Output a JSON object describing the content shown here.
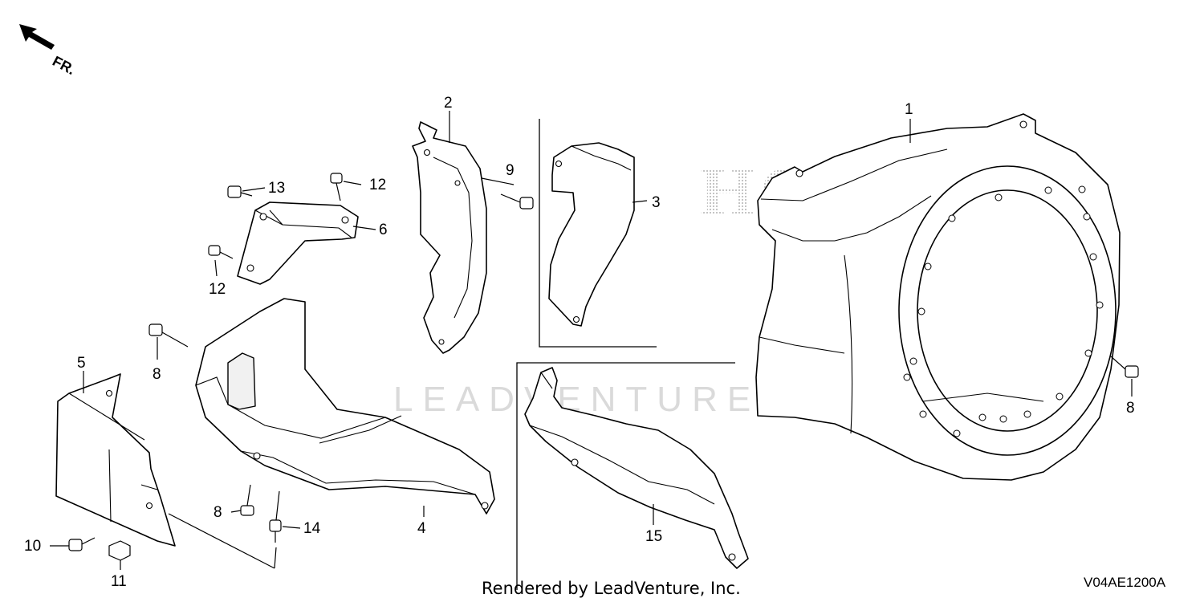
{
  "direction_indicator": {
    "label": "FR."
  },
  "watermarks": {
    "brand": "HONDA",
    "company": "LEADVENTURE"
  },
  "callouts": {
    "c1": "1",
    "c2": "2",
    "c3": "3",
    "c4": "4",
    "c5": "5",
    "c6": "6",
    "c8a": "8",
    "c8b": "8",
    "c8c": "8",
    "c9": "9",
    "c10": "10",
    "c11": "11",
    "c12a": "12",
    "c12b": "12",
    "c13": "13",
    "c14": "14",
    "c15": "15"
  },
  "footer": {
    "credit": "Rendered by LeadVenture, Inc.",
    "diagram_code": "V04AE1200A"
  }
}
